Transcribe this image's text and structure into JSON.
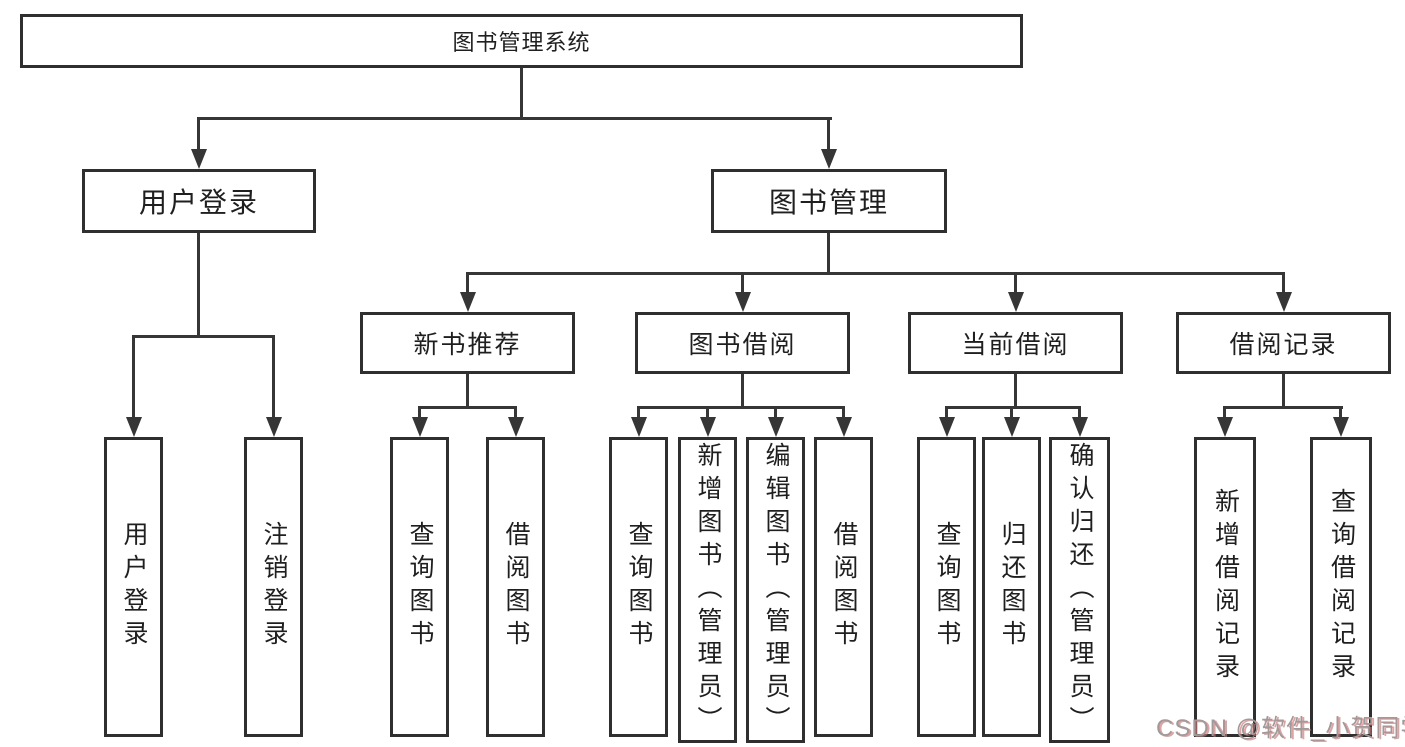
{
  "tree": {
    "root": {
      "label": "图书管理系统"
    },
    "branches": [
      {
        "label": "用户登录",
        "children": [
          {
            "label": "用户登录"
          },
          {
            "label": "注销登录"
          }
        ]
      },
      {
        "label": "图书管理",
        "children": [
          {
            "label": "新书推荐",
            "children": [
              {
                "label": "查询图书"
              },
              {
                "label": "借阅图书"
              }
            ]
          },
          {
            "label": "图书借阅",
            "children": [
              {
                "label": "查询图书"
              },
              {
                "label": "新增图书（管理员）"
              },
              {
                "label": "编辑图书（管理员）"
              },
              {
                "label": "借阅图书"
              }
            ]
          },
          {
            "label": "当前借阅",
            "children": [
              {
                "label": "查询图书"
              },
              {
                "label": "归还图书"
              },
              {
                "label": "确认归还（管理员）"
              }
            ]
          },
          {
            "label": "借阅记录",
            "children": [
              {
                "label": "新增借阅记录"
              },
              {
                "label": "查询借阅记录"
              }
            ]
          }
        ]
      }
    ]
  },
  "watermark": {
    "text": "CSDN @软件_小贺同学"
  },
  "colors": {
    "background": "#ffffff",
    "line": "#363636",
    "border": "#2f2f2f",
    "text": "#1f1f1f",
    "watermark_text": "#9c9c9c",
    "watermark_shadow": "#d56e6e"
  }
}
